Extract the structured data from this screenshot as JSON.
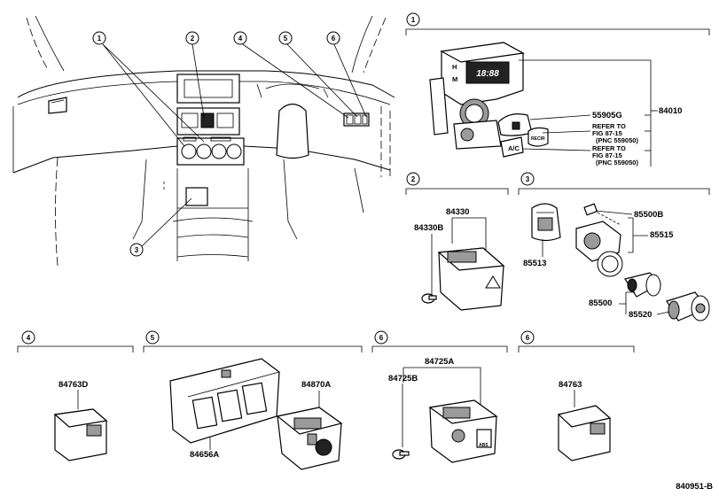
{
  "callouts": {
    "c1": "1",
    "c2": "2",
    "c3": "3",
    "c4": "4",
    "c5": "5",
    "c6": "6"
  },
  "parts": {
    "p84010": "84010",
    "p55905G": "55905G",
    "ref1_line1": "REFER TO",
    "ref1_line2": "FIG 87-15",
    "ref1_line3": "(PNC 559050)",
    "ref2_line1": "REFER TO",
    "ref2_line2": "FIG 87-15",
    "ref2_line3": "(PNC 559050)",
    "p84330": "84330",
    "p84330B": "84330B",
    "p85500B": "85500B",
    "p85515": "85515",
    "p85513": "85513",
    "p85500": "85500",
    "p85520": "85520",
    "p84763D": "84763D",
    "p84656A": "84656A",
    "p84870A": "84870A",
    "p84725A": "84725A",
    "p84725B": "84725B",
    "p84763": "84763"
  },
  "clock_display": "18:88",
  "clock_labels": {
    "h": "H",
    "m": "M"
  },
  "switch_labels": {
    "ac": "A/C",
    "recirc": "RECIR",
    "abs": "ABS"
  },
  "figure_code": "840951-B"
}
